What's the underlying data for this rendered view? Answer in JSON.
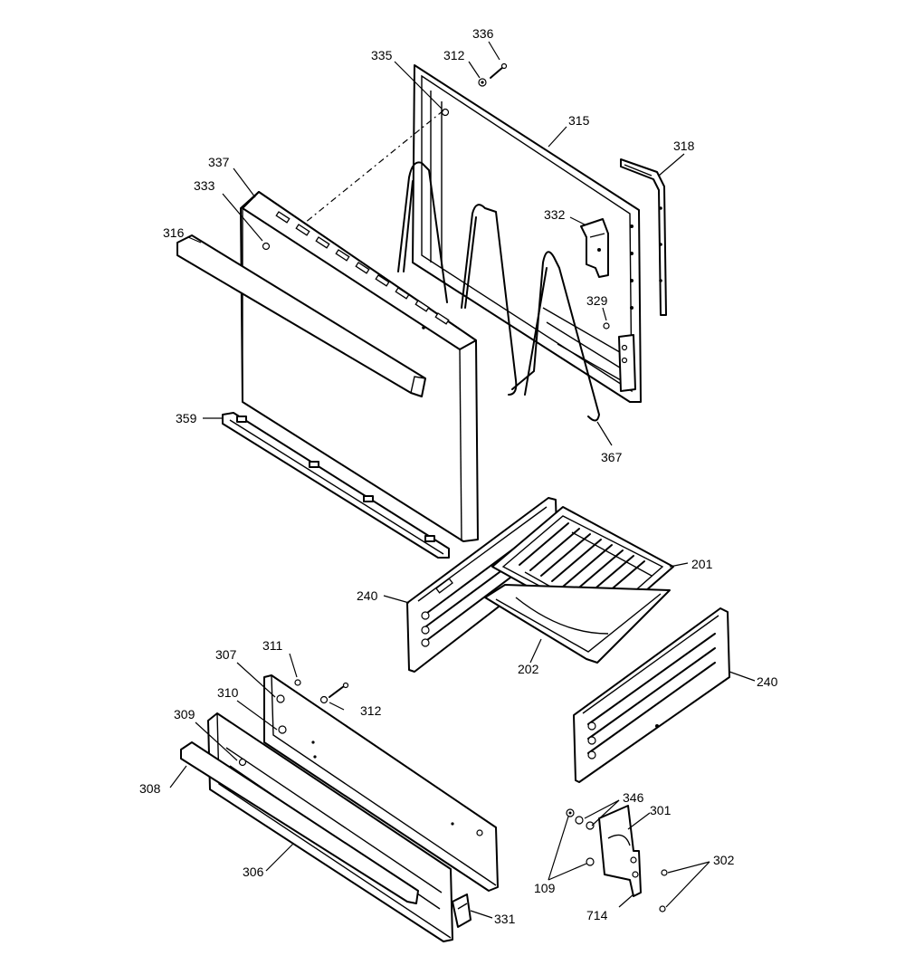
{
  "callouts": [
    {
      "id": "p336",
      "text": "336"
    },
    {
      "id": "p335",
      "text": "335"
    },
    {
      "id": "p312a",
      "text": "312"
    },
    {
      "id": "p315",
      "text": "315"
    },
    {
      "id": "p318",
      "text": "318"
    },
    {
      "id": "p337",
      "text": "337"
    },
    {
      "id": "p333",
      "text": "333"
    },
    {
      "id": "p316",
      "text": "316"
    },
    {
      "id": "p332",
      "text": "332"
    },
    {
      "id": "p329",
      "text": "329"
    },
    {
      "id": "p359",
      "text": "359"
    },
    {
      "id": "p367",
      "text": "367"
    },
    {
      "id": "p201",
      "text": "201"
    },
    {
      "id": "p240a",
      "text": "240"
    },
    {
      "id": "p202",
      "text": "202"
    },
    {
      "id": "p240b",
      "text": "240"
    },
    {
      "id": "p311",
      "text": "311"
    },
    {
      "id": "p307",
      "text": "307"
    },
    {
      "id": "p310",
      "text": "310"
    },
    {
      "id": "p312b",
      "text": "312"
    },
    {
      "id": "p309",
      "text": "309"
    },
    {
      "id": "p308",
      "text": "308"
    },
    {
      "id": "p306",
      "text": "306"
    },
    {
      "id": "p331",
      "text": "331"
    },
    {
      "id": "p346",
      "text": "346"
    },
    {
      "id": "p301",
      "text": "301"
    },
    {
      "id": "p302",
      "text": "302"
    },
    {
      "id": "p109",
      "text": "109"
    },
    {
      "id": "p714",
      "text": "714"
    }
  ]
}
